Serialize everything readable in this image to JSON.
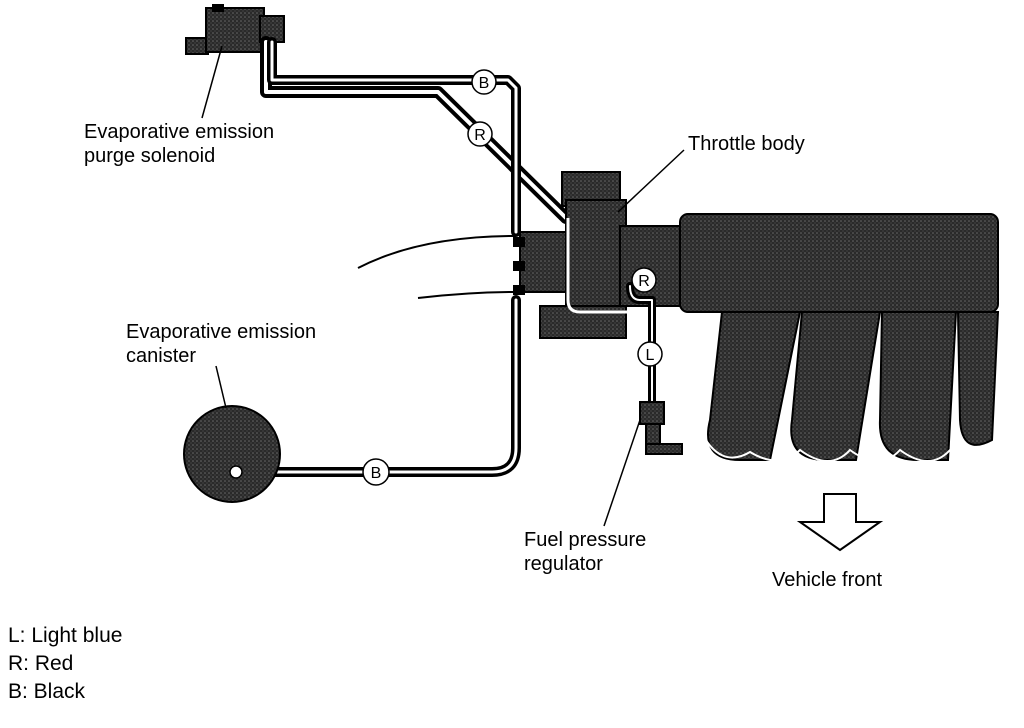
{
  "labels": {
    "purge_solenoid": [
      "Evaporative emission",
      "purge solenoid"
    ],
    "throttle_body": "Throttle body",
    "canister": [
      "Evaporative emission",
      "canister"
    ],
    "fuel_pressure_regulator": [
      "Fuel pressure",
      "regulator"
    ],
    "vehicle_front": "Vehicle front"
  },
  "hose_tags": {
    "upper_black": "B",
    "upper_red": "R",
    "throttle_red": "R",
    "regulator_light_blue": "L",
    "canister_black": "B"
  },
  "legend": [
    "L: Light blue",
    "R: Red",
    "B: Black"
  ],
  "colors": {
    "ink": "#000000",
    "fill_dark": "#2a2a2a",
    "background": "#ffffff"
  }
}
